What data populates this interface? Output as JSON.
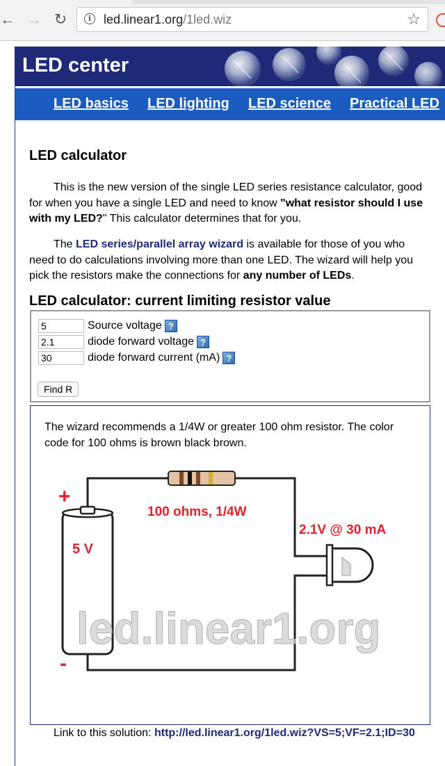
{
  "browser": {
    "url_domain": "led.linear1.org",
    "url_path": "/1led.wiz"
  },
  "banner": {
    "title": "LED center"
  },
  "nav": {
    "items": [
      "LED basics",
      "LED lighting",
      "LED science",
      "Practical LED"
    ]
  },
  "main": {
    "title": "LED calculator",
    "para1": {
      "text1": "This is the new version of the single LED series resistance calculator, good for when you have a single LED and need to know ",
      "bold": "\"what resistor should I use with my LED?",
      "text2": "\" This calculator determines that for you."
    },
    "para2": {
      "text1": "The ",
      "link": "LED series/parallel array wizard",
      "text2": " is available for those of you who need to do calculations involving more than one LED. The wizard will help you pick the resistors make the connections for ",
      "bold": "any number of LEDs",
      "text3": "."
    },
    "section_title": "LED calculator: current limiting resistor value"
  },
  "form": {
    "source_voltage": {
      "value": "5",
      "label": "Source voltage"
    },
    "forward_voltage": {
      "value": "2.1",
      "label": "diode forward voltage"
    },
    "forward_current": {
      "value": "30",
      "label": "diode forward current (mA)"
    },
    "help_icon": "?",
    "submit_label": "Find R"
  },
  "result": {
    "text": "The wizard recommends a 1/4W or greater 100 ohm resistor. The color code for 100 ohms is brown black brown.",
    "diagram": {
      "plus": "+",
      "minus": "-",
      "battery_label": "5 V",
      "resistor_label": "100 ohms, 1/4W",
      "led_label": "2.1V @ 30 mA",
      "watermark": "led.linear1.org"
    }
  },
  "solution": {
    "prefix": "Link to this solution: ",
    "link": "http://led.linear1.org/1led.wiz?VS=5;VF=2.1;ID=30"
  }
}
